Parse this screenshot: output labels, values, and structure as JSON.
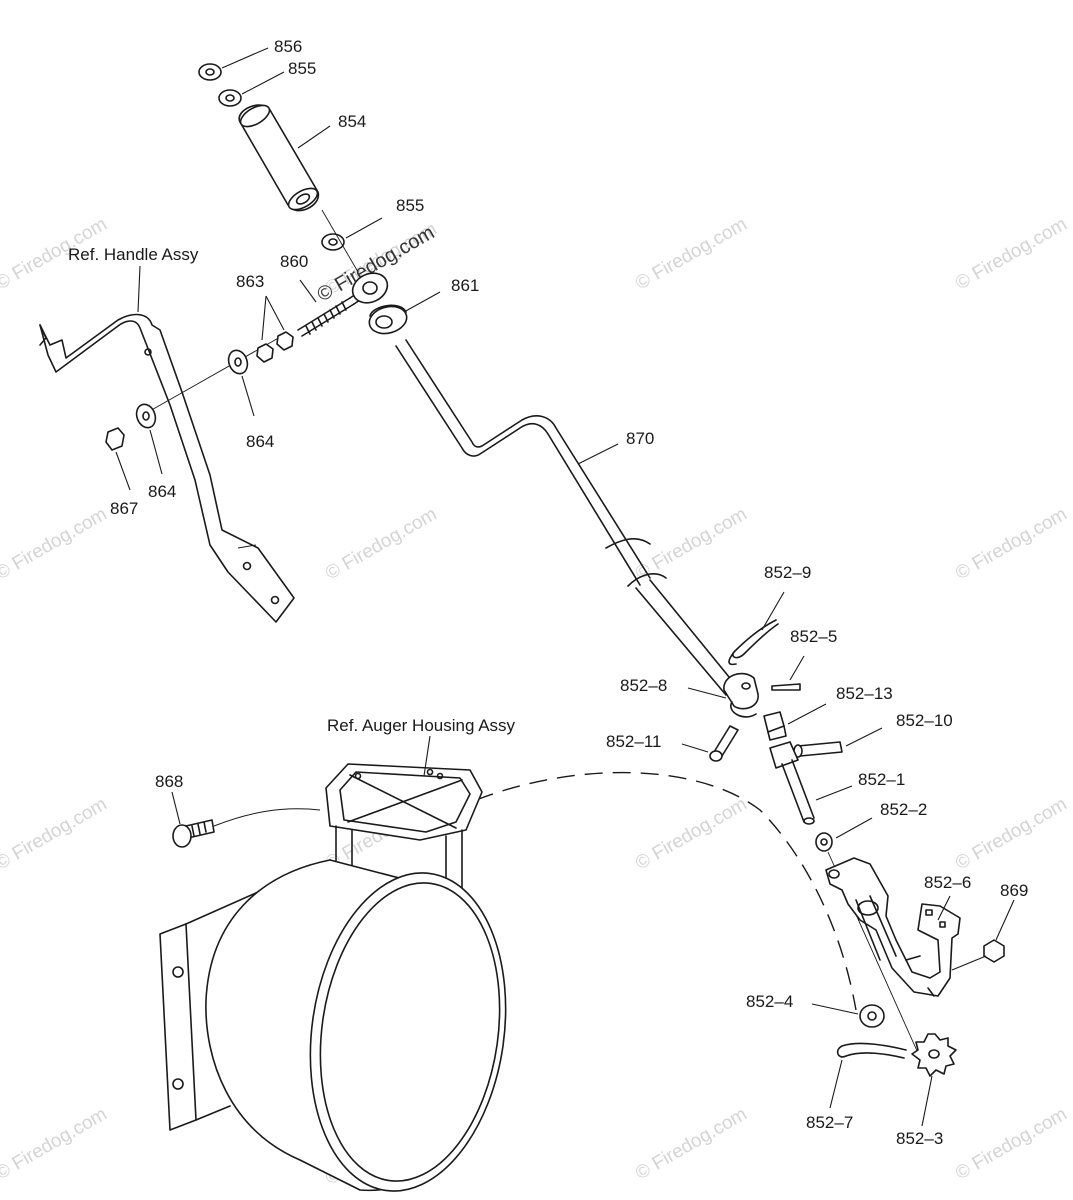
{
  "diagram": {
    "reference_labels": {
      "handle": "Ref. Handle Assy",
      "auger_housing": "Ref. Auger Housing Assy"
    },
    "watermark": "© Firedog.com",
    "parts": [
      {
        "id": "p856",
        "label": "856"
      },
      {
        "id": "p855a",
        "label": "855"
      },
      {
        "id": "p854",
        "label": "854"
      },
      {
        "id": "p855b",
        "label": "855"
      },
      {
        "id": "p861",
        "label": "861"
      },
      {
        "id": "p860",
        "label": "860"
      },
      {
        "id": "p863",
        "label": "863"
      },
      {
        "id": "p864a",
        "label": "864"
      },
      {
        "id": "p864b",
        "label": "864"
      },
      {
        "id": "p867",
        "label": "867"
      },
      {
        "id": "p870",
        "label": "870"
      },
      {
        "id": "p852_9",
        "label": "852–9"
      },
      {
        "id": "p852_5",
        "label": "852–5"
      },
      {
        "id": "p852_8",
        "label": "852–8"
      },
      {
        "id": "p852_13",
        "label": "852–13"
      },
      {
        "id": "p852_10",
        "label": "852–10"
      },
      {
        "id": "p852_11",
        "label": "852–11"
      },
      {
        "id": "p852_1",
        "label": "852–1"
      },
      {
        "id": "p852_2",
        "label": "852–2"
      },
      {
        "id": "p868",
        "label": "868"
      },
      {
        "id": "p852_6",
        "label": "852–6"
      },
      {
        "id": "p869",
        "label": "869"
      },
      {
        "id": "p852_4",
        "label": "852–4"
      },
      {
        "id": "p852_7",
        "label": "852–7"
      },
      {
        "id": "p852_3",
        "label": "852–3"
      }
    ]
  }
}
